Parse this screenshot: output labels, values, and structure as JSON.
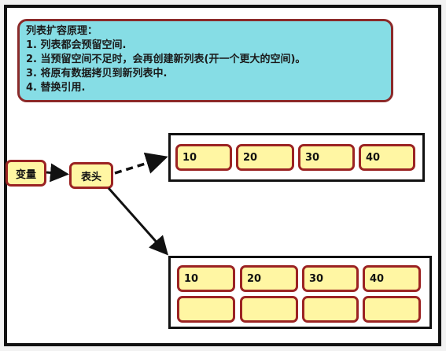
{
  "note": {
    "title": "列表扩容原理：",
    "lines": [
      "1. 列表都会预留空间.",
      "2. 当预留空间不足时，会再创建新列表(开一个更大的空间)。",
      "3. 将原有数据拷贝到新列表中.",
      "4. 替换引用."
    ]
  },
  "nodes": {
    "variable": "变量",
    "header": "表头"
  },
  "old_list": {
    "values": [
      "10",
      "20",
      "30",
      "40"
    ]
  },
  "new_list": {
    "values": [
      "10",
      "20",
      "30",
      "40"
    ],
    "empty_slots": 4
  },
  "colors": {
    "note_bg": "#86dde5",
    "node_fill": "#fff6a3",
    "node_border": "#9b2323",
    "frame": "#111111"
  }
}
